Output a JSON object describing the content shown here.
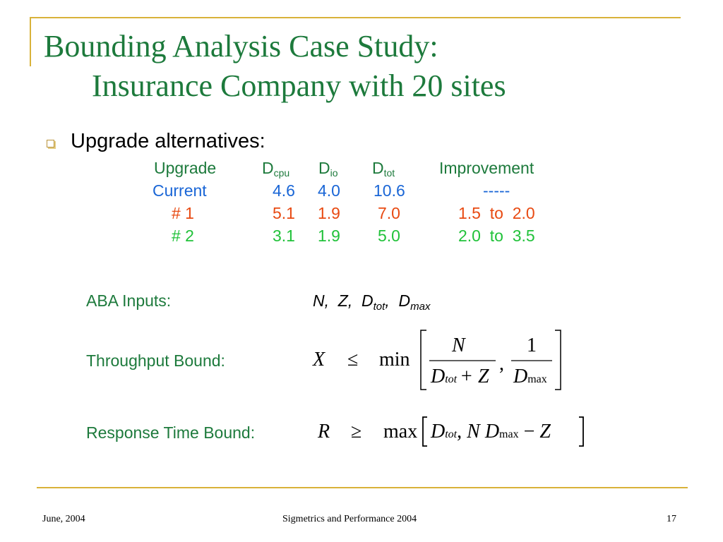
{
  "title": {
    "line1": "Bounding Analysis Case Study:",
    "line2": "Insurance Company with 20 sites"
  },
  "bullet": "Upgrade alternatives:",
  "table": {
    "headers": {
      "upgrade": "Upgrade",
      "dcpu_base": "D",
      "dcpu_sub": "cpu",
      "dio_base": "D",
      "dio_sub": "io",
      "dtot_base": "D",
      "dtot_sub": "tot",
      "improvement": "Improvement"
    },
    "rows": [
      {
        "label": "Current",
        "dcpu": "4.6",
        "dio": "4.0",
        "dtot": "10.6",
        "improvement": "-----"
      },
      {
        "label": "# 1",
        "dcpu": "5.1",
        "dio": "1.9",
        "dtot": "7.0",
        "improvement": "1.5  to  2.0"
      },
      {
        "label": "# 2",
        "dcpu": "3.1",
        "dio": "1.9",
        "dtot": "5.0",
        "improvement": "2.0  to  3.5"
      }
    ]
  },
  "aba_inputs": {
    "label": "ABA Inputs:",
    "n": "N,",
    "z": "Z,",
    "dtot_base": "D",
    "dtot_sub": "tot",
    "comma": ",",
    "dmax_base": "D",
    "dmax_sub": "max"
  },
  "throughput": {
    "label": "Throughput Bound:",
    "lhs": "X",
    "rel": "≤",
    "fn": "min",
    "num1": "N",
    "den1_d": "D",
    "den1_sub": "tot",
    "den1_rest": "+ Z",
    "sep": ",",
    "num2": "1",
    "den2_d": "D",
    "den2_sub": "max"
  },
  "response": {
    "label": "Response Time Bound:",
    "lhs": "R",
    "rel": "≥",
    "fn": "max",
    "d1": "D",
    "d1_sub": "tot",
    "sep": ", ",
    "n": "N",
    "d2": "D",
    "d2_sub": "max",
    "minus": "−",
    "z": "Z"
  },
  "footer": {
    "left": "June, 2004",
    "center": "Sigmetrics and Performance 2004",
    "right": "17"
  },
  "colors": {
    "title": "#1d7a3c",
    "frame": "#d9b23a",
    "current_row": "#1a66d6",
    "upgrade1_row": "#e84a12",
    "upgrade2_row": "#21c23a"
  }
}
